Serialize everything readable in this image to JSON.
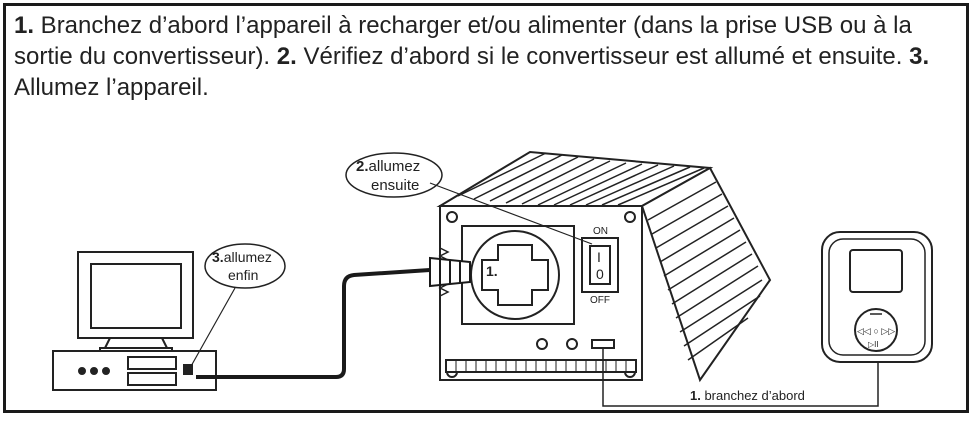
{
  "instructions": {
    "step1_num": "1.",
    "step1_text": " Branchez d’abord l’appareil à recharger et/ou alimenter (dans la prise USB ou à la sortie du convertisseur). ",
    "step2_num": "2.",
    "step2_text": " Vérifiez d’abord si le convertisseur est allumé et ensuite. ",
    "step3_num": "3.",
    "step3_text": " Allumez l’appareil."
  },
  "callouts": {
    "c2_num": "2.",
    "c2_line1": "allumez",
    "c2_line2": "ensuite",
    "c3_num": "3.",
    "c3_line1": "allumez",
    "c3_line2": "enfin",
    "socket_num": "1.",
    "switch_on": "ON",
    "switch_off": "OFF",
    "switch_i": "I",
    "switch_0": "0",
    "bottom_num": "1.",
    "bottom_text": " branchez d’abord"
  },
  "player": {
    "controls": "◁◁ ○ ▷▷",
    "playpause": "▷II"
  }
}
